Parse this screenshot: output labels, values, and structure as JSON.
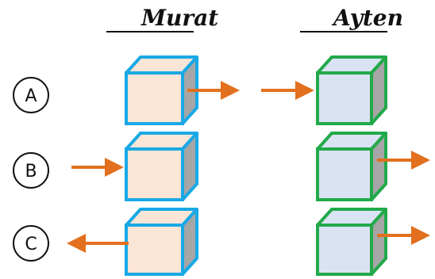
{
  "names": {
    "left": "Murat",
    "right": "Ayten"
  },
  "rows": [
    {
      "label": "A"
    },
    {
      "label": "B"
    },
    {
      "label": "C"
    }
  ],
  "colors": {
    "murat_box_stroke": "#19a9e6",
    "murat_box_front": "#fbe5d6",
    "ayten_box_stroke": "#22a94a",
    "ayten_box_front": "#dae3f3",
    "box_side": "#a6a6a6",
    "arrow": "#e2701e"
  }
}
